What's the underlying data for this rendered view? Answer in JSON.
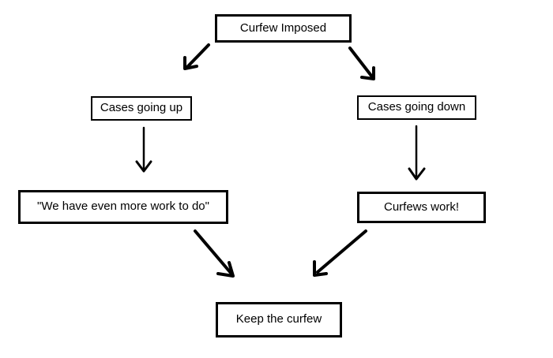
{
  "diagram": {
    "type": "flowchart",
    "background_color": "#ffffff",
    "stroke_color": "#000000",
    "text_color": "#000000",
    "nodes": {
      "curfew_imposed": {
        "label": "Curfew Imposed"
      },
      "cases_up": {
        "label": "Cases going up"
      },
      "cases_down": {
        "label": "Cases going down"
      },
      "more_work": {
        "label": "\"We have even more work to do\""
      },
      "curfews_work": {
        "label": "Curfews work!"
      },
      "keep_curfew": {
        "label": "Keep the curfew"
      }
    },
    "edges": [
      {
        "from": "curfew_imposed",
        "to": "cases_up"
      },
      {
        "from": "curfew_imposed",
        "to": "cases_down"
      },
      {
        "from": "cases_up",
        "to": "more_work"
      },
      {
        "from": "cases_down",
        "to": "curfews_work"
      },
      {
        "from": "more_work",
        "to": "keep_curfew"
      },
      {
        "from": "curfews_work",
        "to": "keep_curfew"
      }
    ]
  }
}
